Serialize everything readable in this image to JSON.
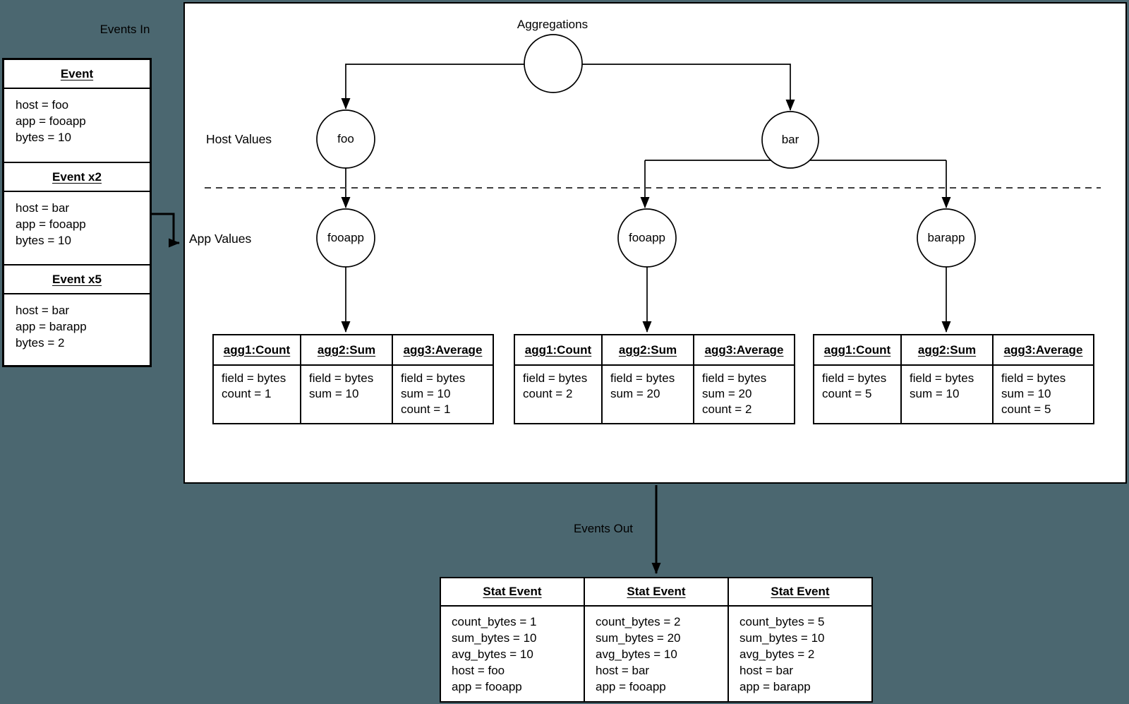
{
  "colors": {
    "background": "#4b6770",
    "panel": "#ffffff",
    "line": "#000000",
    "dashed_line": "#3f3f3f"
  },
  "events_in": {
    "label": "Events In",
    "cards": [
      {
        "title": "Event",
        "lines": [
          "host = foo",
          "app = fooapp",
          "bytes = 10"
        ]
      },
      {
        "title": "Event x2",
        "lines": [
          "host = bar",
          "app = fooapp",
          "bytes = 10"
        ]
      },
      {
        "title": "Event x5",
        "lines": [
          "host = bar",
          "app = barapp",
          "bytes = 2"
        ]
      }
    ]
  },
  "tree": {
    "title": "Aggregations",
    "host_row_label": "Host Values",
    "app_row_label": "App Values",
    "host_nodes": [
      "foo",
      "bar"
    ],
    "app_nodes": [
      "fooapp",
      "fooapp",
      "barapp"
    ],
    "tables": [
      {
        "cols": [
          {
            "header": "agg1:Count",
            "lines": [
              "field = bytes",
              "count = 1"
            ]
          },
          {
            "header": "agg2:Sum",
            "lines": [
              "field = bytes",
              "sum = 10"
            ]
          },
          {
            "header": "agg3:Average",
            "lines": [
              "field = bytes",
              "sum = 10",
              "count = 1"
            ]
          }
        ]
      },
      {
        "cols": [
          {
            "header": "agg1:Count",
            "lines": [
              "field = bytes",
              "count = 2"
            ]
          },
          {
            "header": "agg2:Sum",
            "lines": [
              "field = bytes",
              "sum = 20"
            ]
          },
          {
            "header": "agg3:Average",
            "lines": [
              "field = bytes",
              "sum = 20",
              "count = 2"
            ]
          }
        ]
      },
      {
        "cols": [
          {
            "header": "agg1:Count",
            "lines": [
              "field = bytes",
              "count = 5"
            ]
          },
          {
            "header": "agg2:Sum",
            "lines": [
              "field = bytes",
              "sum = 10"
            ]
          },
          {
            "header": "agg3:Average",
            "lines": [
              "field = bytes",
              "sum = 10",
              "count = 5"
            ]
          }
        ]
      }
    ]
  },
  "events_out": {
    "label": "Events Out",
    "stat_events": [
      {
        "title": "Stat Event",
        "lines": [
          "count_bytes = 1",
          "sum_bytes = 10",
          "avg_bytes = 10",
          "host = foo",
          "app = fooapp"
        ]
      },
      {
        "title": "Stat Event",
        "lines": [
          "count_bytes = 2",
          "sum_bytes = 20",
          "avg_bytes = 10",
          "host = bar",
          "app = fooapp"
        ]
      },
      {
        "title": "Stat Event",
        "lines": [
          "count_bytes = 5",
          "sum_bytes = 10",
          "avg_bytes = 2",
          "host = bar",
          "app = barapp"
        ]
      }
    ]
  }
}
